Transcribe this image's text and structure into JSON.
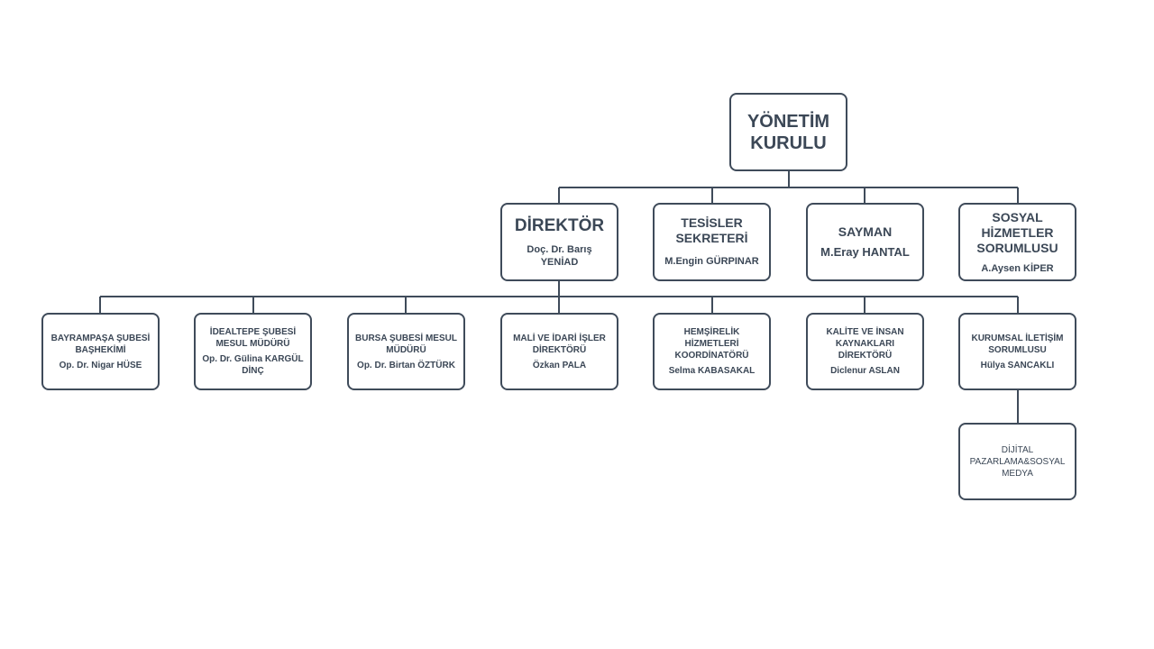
{
  "board": {
    "title_line1": "YÖNETİM",
    "title_line2": "KURULU"
  },
  "level2": [
    {
      "title": "DİREKTÖR",
      "name": "Doç. Dr. Barış YENİAD"
    },
    {
      "title_line1": "TESİSLER",
      "title_line2": "SEKRETERİ",
      "name": "M.Engin GÜRPINAR"
    },
    {
      "title": "SAYMAN",
      "name": "M.Eray HANTAL"
    },
    {
      "title_line1": "SOSYAL",
      "title_line2": "HİZMETLER",
      "title_line3": "SORUMLUSU",
      "name": "A.Aysen KİPER"
    }
  ],
  "level3": [
    {
      "title": "BAYRAMPAŞA ŞUBESİ BAŞHEKİMİ",
      "name": "Op. Dr. Nigar HÜSE"
    },
    {
      "title": "İDEALTEPE ŞUBESİ MESUL MÜDÜRÜ",
      "name": "Op. Dr. Gülina KARGÜL DİNÇ"
    },
    {
      "title": "BURSA ŞUBESİ MESUL MÜDÜRÜ",
      "name": "Op. Dr. Birtan ÖZTÜRK"
    },
    {
      "title": "MALİ VE İDARİ İŞLER DİREKTÖRÜ",
      "name": "Özkan PALA"
    },
    {
      "title": "HEMŞİRELİK HİZMETLERİ KOORDİNATÖRÜ",
      "name": "Selma KABASAKAL"
    },
    {
      "title": "KALİTE VE İNSAN KAYNAKLARI DİREKTÖRÜ",
      "name": "Diclenur ASLAN"
    },
    {
      "title": "KURUMSAL İLETİŞİM SORUMLUSU",
      "name": "Hülya SANCAKLI"
    }
  ],
  "level4": [
    {
      "title": "DİJİTAL PAZARLAMA&SOSYAL MEDYA"
    }
  ],
  "colors": {
    "line": "#3f4b5a",
    "text": "#3b4756"
  }
}
